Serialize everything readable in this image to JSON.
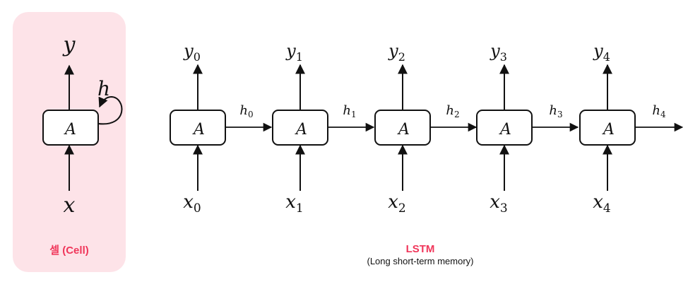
{
  "cell": {
    "output_label": "y",
    "hidden_label": "h",
    "unit_label": "A",
    "input_label": "x",
    "caption": "셀 (Cell)"
  },
  "lstm": {
    "title": "LSTM",
    "subtitle": "(Long short-term memory)",
    "steps": [
      {
        "unit": "A",
        "input": "x",
        "input_sub": "0",
        "output": "y",
        "output_sub": "0",
        "hidden": "h",
        "hidden_sub": "0"
      },
      {
        "unit": "A",
        "input": "x",
        "input_sub": "1",
        "output": "y",
        "output_sub": "1",
        "hidden": "h",
        "hidden_sub": "1"
      },
      {
        "unit": "A",
        "input": "x",
        "input_sub": "2",
        "output": "y",
        "output_sub": "2",
        "hidden": "h",
        "hidden_sub": "2"
      },
      {
        "unit": "A",
        "input": "x",
        "input_sub": "3",
        "output": "y",
        "output_sub": "3",
        "hidden": "h",
        "hidden_sub": "3"
      },
      {
        "unit": "A",
        "input": "x",
        "input_sub": "4",
        "output": "y",
        "output_sub": "4",
        "hidden": "h",
        "hidden_sub": "4"
      }
    ]
  }
}
